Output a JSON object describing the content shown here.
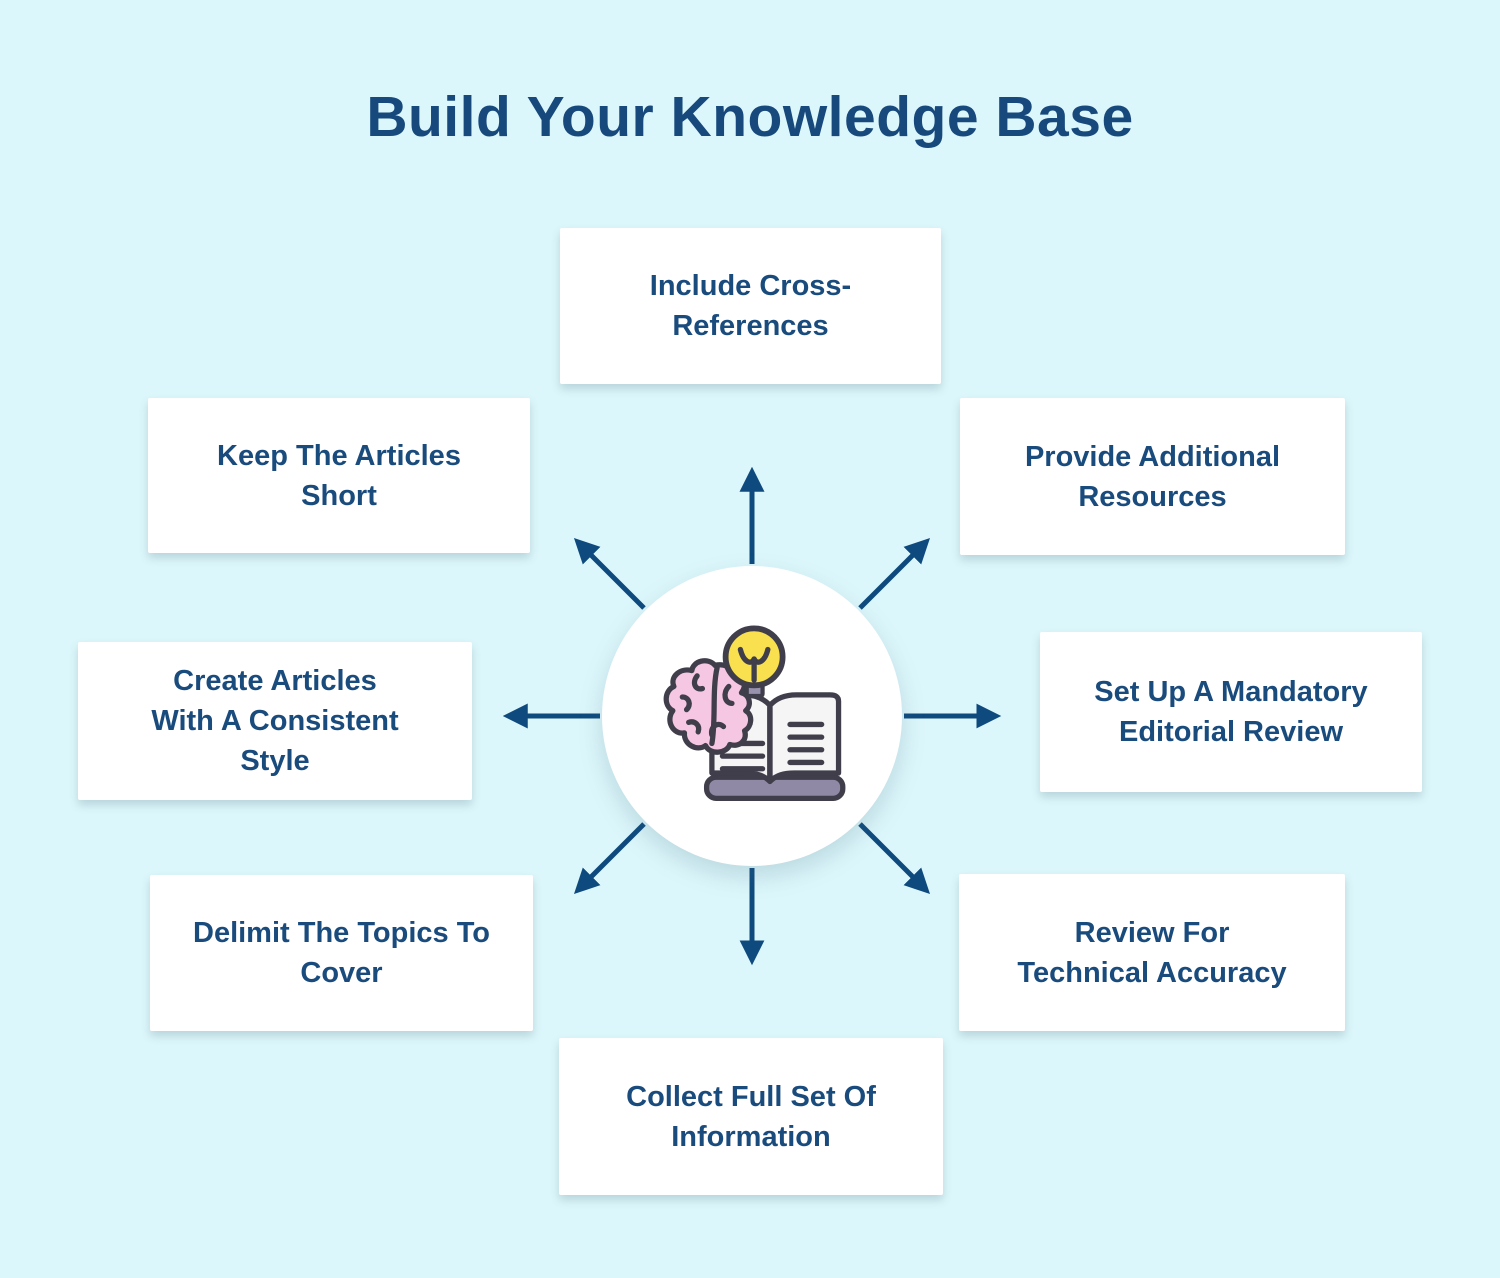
{
  "title": "Build Your Knowledge Base",
  "nodes": [
    {
      "id": "include-cross-references",
      "position": "top",
      "label": "Include Cross-\nReferences"
    },
    {
      "id": "provide-additional-resources",
      "position": "top-right",
      "label": "Provide Additional\nResources"
    },
    {
      "id": "set-up-mandatory-editorial-review",
      "position": "right",
      "label": "Set Up A Mandatory\nEditorial Review"
    },
    {
      "id": "review-for-technical-accuracy",
      "position": "bottom-right",
      "label": "Review For\nTechnical Accuracy"
    },
    {
      "id": "collect-full-set-of-information",
      "position": "bottom",
      "label": "Collect Full Set Of\nInformation"
    },
    {
      "id": "delimit-the-topics-to-cover",
      "position": "bottom-left",
      "label": "Delimit The Topics To\nCover"
    },
    {
      "id": "create-articles-consistent-style",
      "position": "left",
      "label": "Create Articles\nWith A Consistent\nStyle"
    },
    {
      "id": "keep-the-articles-short",
      "position": "top-left",
      "label": "Keep The Articles\nShort"
    }
  ],
  "center": {
    "icon": "brain-lightbulb-book-icon",
    "icon_parts": [
      "brain",
      "lightbulb",
      "open-book"
    ]
  },
  "arrows": [
    "up",
    "up-right",
    "right",
    "down-right",
    "down",
    "down-left",
    "left",
    "up-left"
  ],
  "colors": {
    "background": "#DCF7FB",
    "box_background": "#FFFFFF",
    "text_navy": "#1A4B7D",
    "title_navy": "#17497D",
    "arrow_navy": "#0E4A7E",
    "brain_pink": "#F6C7E2",
    "bulb_yellow": "#F8E04E",
    "book_page": "#F5F5F6",
    "book_spine_purple": "#8F89A6",
    "icon_outline": "#3F3E4A"
  }
}
